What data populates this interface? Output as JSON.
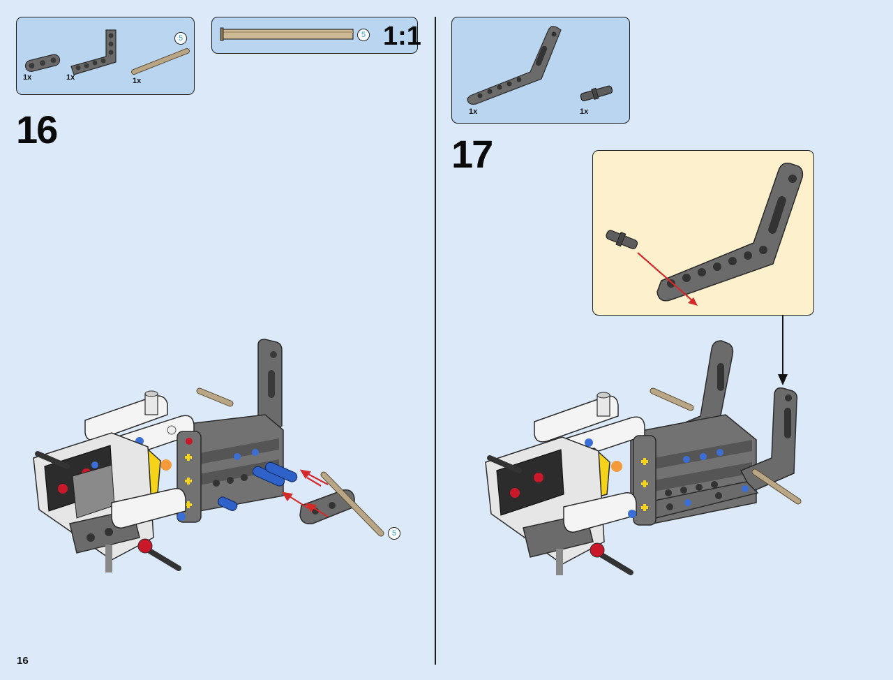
{
  "page": {
    "number": "16"
  },
  "step16": {
    "number": "16",
    "parts": [
      {
        "qty": "1x",
        "icon": "beam-3-icon"
      },
      {
        "qty": "1x",
        "icon": "bent-beam-icon"
      },
      {
        "qty": "1x",
        "icon": "axle-5-icon",
        "length": "5"
      }
    ],
    "ruler": {
      "length": "5",
      "scale": "1:1"
    },
    "assembly_axle_length": "5"
  },
  "step17": {
    "number": "17",
    "parts": [
      {
        "qty": "1x",
        "icon": "bent-beam-long-icon"
      },
      {
        "qty": "1x",
        "icon": "axle-pin-icon"
      }
    ]
  },
  "colors": {
    "background": "#dbe9f8",
    "parts_panel": "#b9d5f0",
    "callout": "#fdf0cc",
    "arrow": "#d42a2a",
    "number_badge": "#2a9fd6"
  }
}
